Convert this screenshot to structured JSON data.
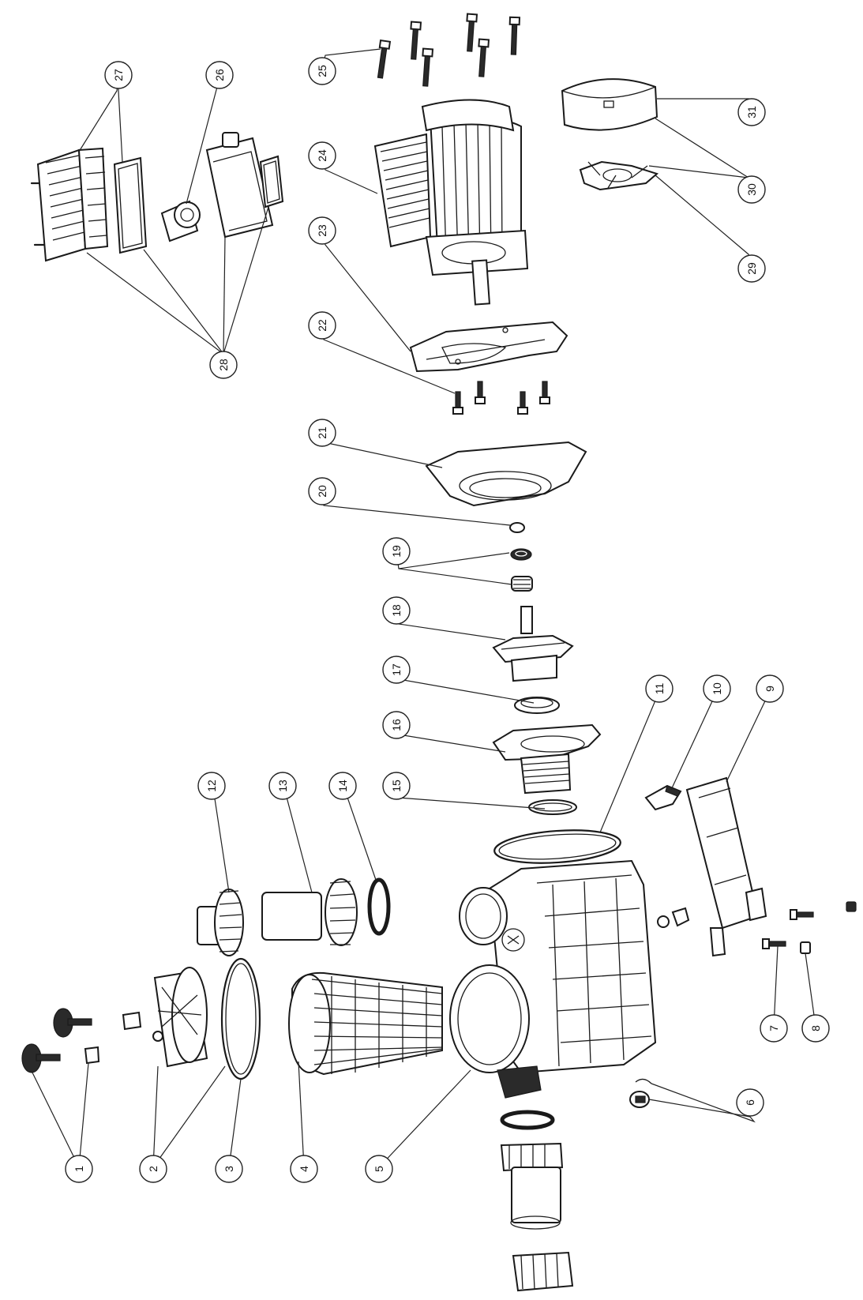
{
  "callouts": [
    {
      "label": "1"
    },
    {
      "label": "2"
    },
    {
      "label": "3"
    },
    {
      "label": "4"
    },
    {
      "label": "5"
    },
    {
      "label": "6"
    },
    {
      "label": "7"
    },
    {
      "label": "8"
    },
    {
      "label": "9"
    },
    {
      "label": "10"
    },
    {
      "label": "11"
    },
    {
      "label": "12"
    },
    {
      "label": "13"
    },
    {
      "label": "14"
    },
    {
      "label": "15"
    },
    {
      "label": "16"
    },
    {
      "label": "17"
    },
    {
      "label": "18"
    },
    {
      "label": "19"
    },
    {
      "label": "20"
    },
    {
      "label": "21"
    },
    {
      "label": "22"
    },
    {
      "label": "23"
    },
    {
      "label": "24"
    },
    {
      "label": "25"
    },
    {
      "label": "26"
    },
    {
      "label": "27"
    },
    {
      "label": "28"
    },
    {
      "label": "29"
    },
    {
      "label": "30"
    },
    {
      "label": "31"
    }
  ],
  "colors": {
    "line": "#1a1a1a",
    "background": "#ffffff"
  }
}
